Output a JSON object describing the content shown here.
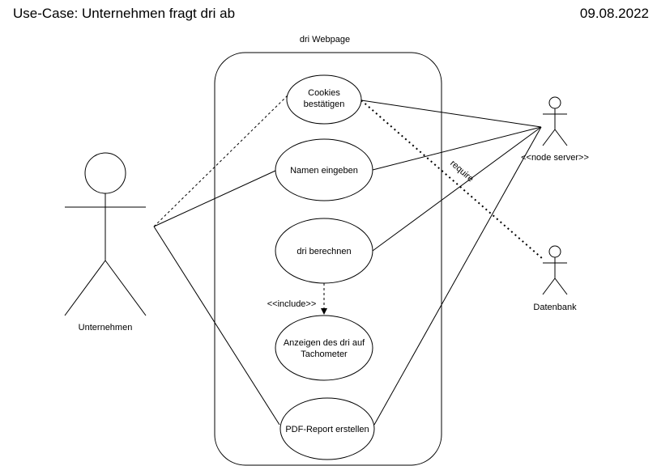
{
  "header": {
    "title": "Use-Case: Unternehmen fragt dri ab",
    "date": "09.08.2022"
  },
  "system": {
    "label": "dri Webpage"
  },
  "actors": {
    "unternehmen": "Unternehmen",
    "node_server": "<<node server>>",
    "datenbank": "Datenbank"
  },
  "use_cases": {
    "cookies": [
      "Cookies",
      "bestätigen"
    ],
    "namen": "Namen eingeben",
    "berechnen": "dri berechnen",
    "anzeigen": [
      "Anzeigen des dri auf",
      "Tachometer"
    ],
    "pdf": "PDF-Report erstellen"
  },
  "relations": {
    "include": "<<include>>",
    "require": "require"
  }
}
